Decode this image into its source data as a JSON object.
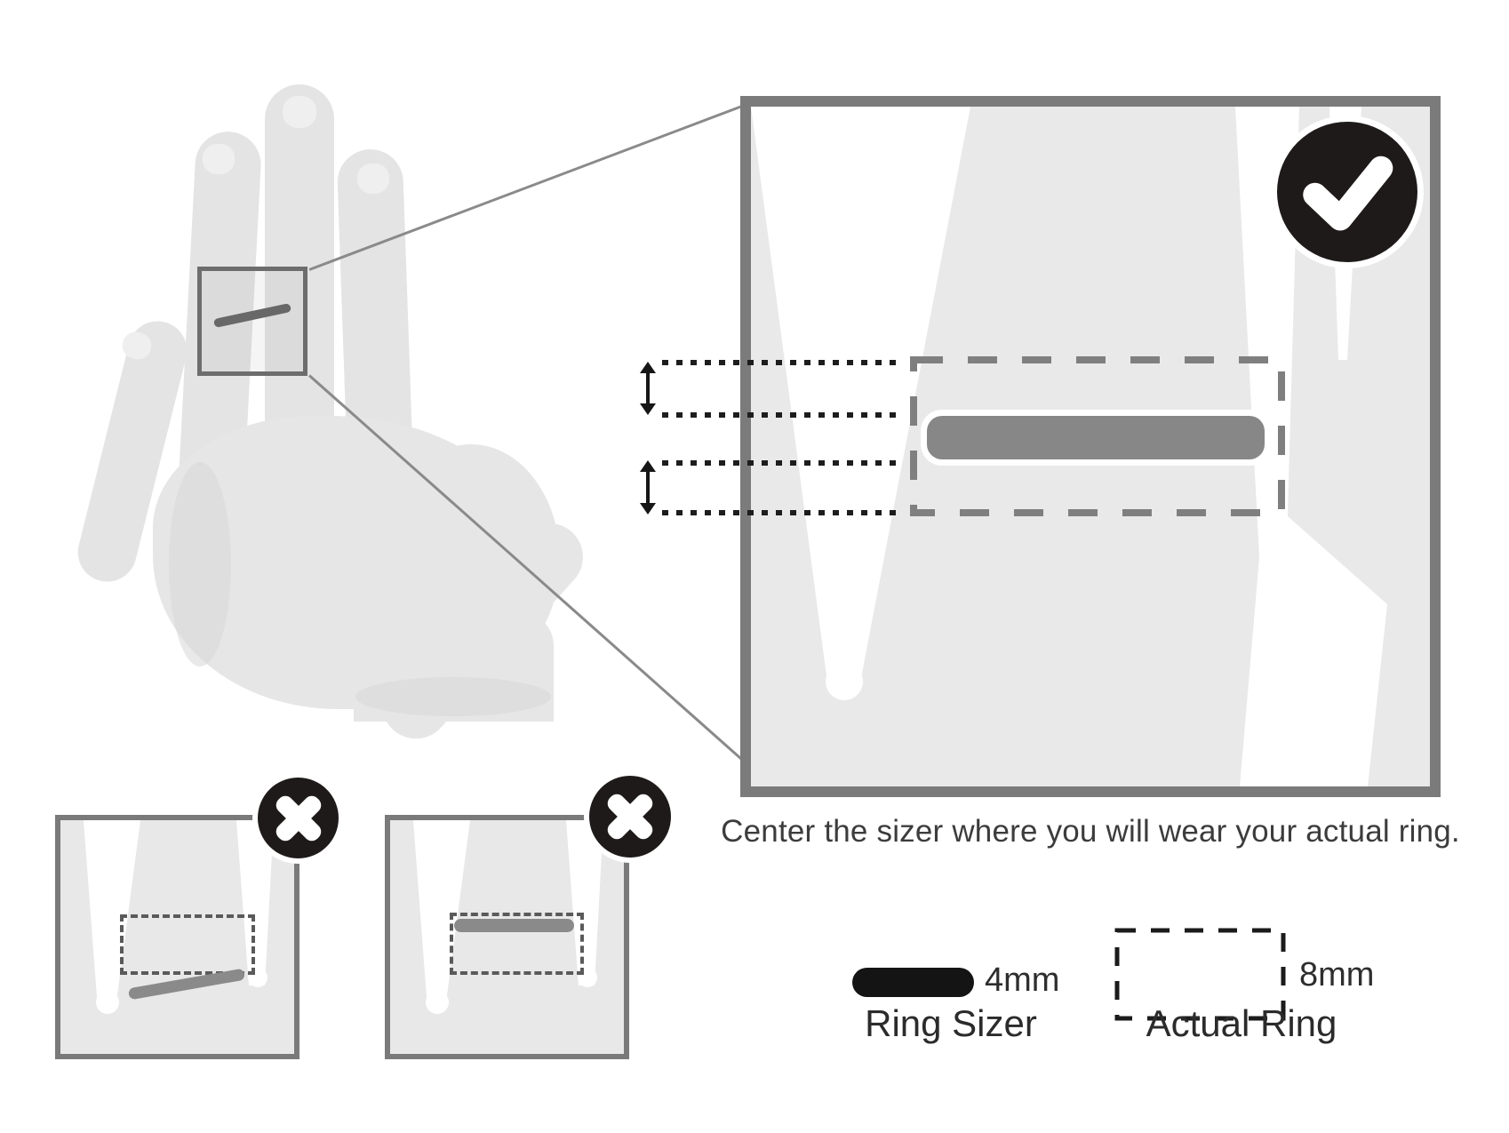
{
  "caption": {
    "text": "Center the sizer where you will wear your actual ring."
  },
  "legend": {
    "sizer_size": "4mm",
    "ring_size": "8mm",
    "sizer_label": "Ring Sizer",
    "ring_label": "Actual Ring"
  },
  "icons": {
    "correct_badge": "check-icon",
    "incorrect_badge": "x-icon"
  },
  "colors": {
    "panel_border": "#7b7b7b",
    "finger_fill": "#e9e9e9",
    "hand_fill": "#e4e4e4",
    "sizer_bar": "#878787",
    "dashed_ring_outline": "#7f7f7f",
    "measure_line": "#1d1d1d",
    "badge_black": "#1f1a1a",
    "legend_sizer_swatch": "#141414",
    "caption_text": "#3c3c3c"
  }
}
